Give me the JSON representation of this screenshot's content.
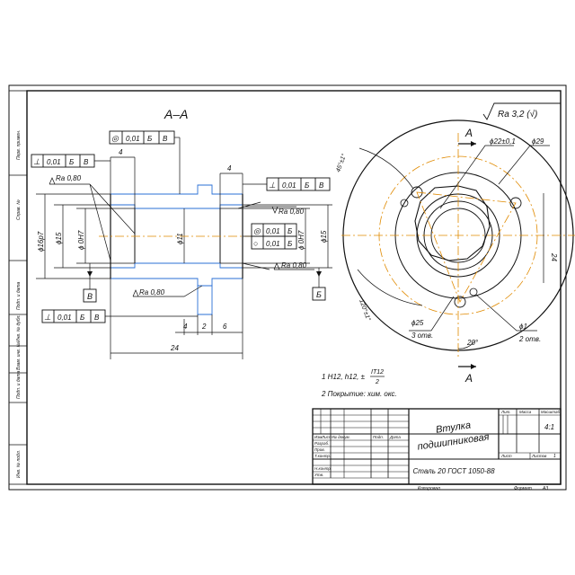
{
  "section_label": "A–A",
  "roughness_general": "Ra 3,2 (√)",
  "section_marker": "A",
  "tolerance_frames": {
    "top_center": [
      "◎",
      "0,01",
      "Б",
      "В"
    ],
    "left_top": [
      "⊥",
      "0,01",
      "Б",
      "В"
    ],
    "right_top": [
      "⊥",
      "0,01",
      "Б",
      "В"
    ],
    "mid_right_1": [
      "◎",
      "0,01",
      "Б"
    ],
    "mid_right_2": [
      "○",
      "0,01",
      "Б"
    ],
    "bottom_left": [
      "⊥",
      "0,01",
      "Б",
      "В"
    ]
  },
  "roughness_marks": {
    "left_top": "Ra 0,80",
    "right_top": "Ra 0,80",
    "right_mid": "Ra 0,80",
    "bottom_mid": "Ra 0,80"
  },
  "datum_labels": {
    "left": "В",
    "right": "Б"
  },
  "dims": {
    "d16": "ϕ16p7",
    "d15_left": "ϕ15",
    "dH7_left": "ϕ 0H7",
    "d11": "ϕ11",
    "dH7_right": "ϕ 0H7",
    "d15_right": "ϕ15",
    "len4_top_left": "4",
    "len4_top_right": "4",
    "len4_bottom": "4",
    "len2_bottom": "2",
    "len6_bottom": "6",
    "len24": "24",
    "d22": "ϕ22±0,1",
    "d29": "ϕ29",
    "d25": "ϕ25",
    "holes3": "3 отв.",
    "d1": "ϕ1",
    "holes2": "2 отв.",
    "angle20": "20°",
    "r24": "24",
    "angle_top": "45°±1°",
    "angle_left": "120°±1°"
  },
  "notes": [
    "1  H12, h12, ±",
    "2  Покрытие: хим. окс."
  ],
  "note_fraction": {
    "num": "IT12",
    "den": "2"
  },
  "title_block": {
    "part_name_1": "Втулка",
    "part_name_2": "подшипниковая",
    "material": "Сталь  20 ГОСТ 1050-88",
    "col_lit": "Лит.",
    "col_mass": "Масса",
    "col_scale": "Масштаб",
    "scale_value": "4:1",
    "sheet": "Лист",
    "sheets": "Листов",
    "sheets_value": "1",
    "rows_left": [
      "Изм.",
      "Лист",
      "№ докум.",
      "Подп.",
      "Дата"
    ],
    "role_rows": [
      "Разраб.",
      "Пров.",
      "Т.контр.",
      "",
      "Н.контр.",
      "Утв."
    ],
    "copied": "Копировал",
    "format": "Формат",
    "format_value": "А3"
  },
  "side_strip": [
    "Перв. примен.",
    "Справ. №",
    "Подп. и дата",
    "Инв. № дубл.",
    "Взам. инв. №",
    "Подп. и дата",
    "Инв. № подл."
  ]
}
